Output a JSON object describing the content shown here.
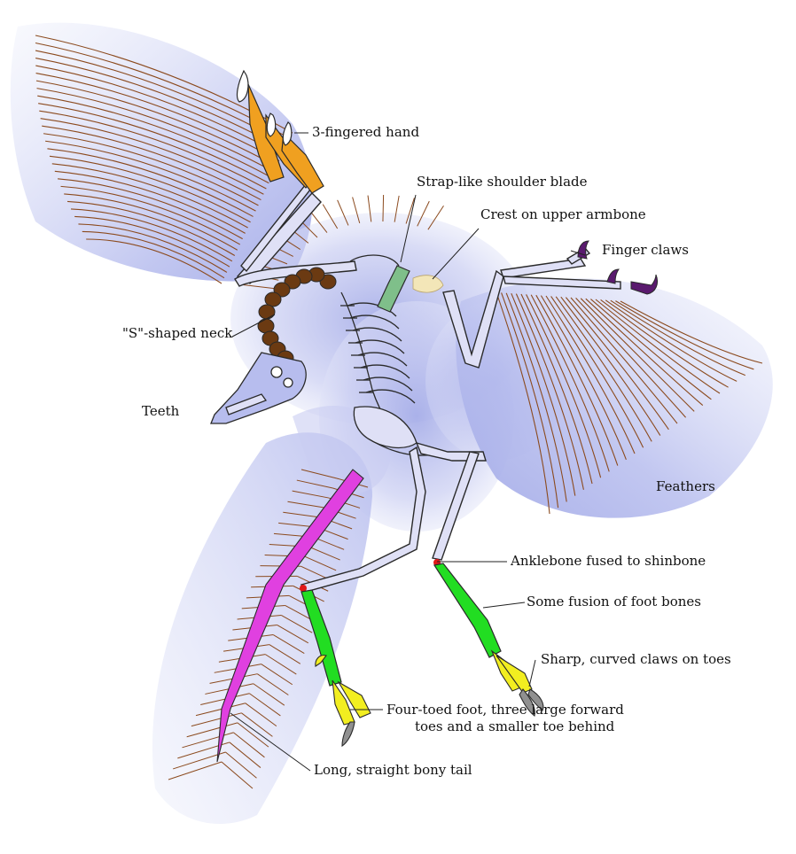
{
  "diagram": {
    "labels": {
      "hand": "3-fingered hand",
      "shoulder": "Strap-like shoulder blade",
      "crest": "Crest on upper armbone",
      "finger_claws": "Finger claws",
      "neck": "\"S\"-shaped neck",
      "teeth": "Teeth",
      "feathers": "Feathers",
      "ankle": "Anklebone fused to shinbone",
      "foot_bones": "Some fusion of foot bones",
      "toe_claws": "Sharp, curved claws on toes",
      "four_toed_line1": "Four-toed foot, three large forward",
      "four_toed_line2": "toes and a smaller toe behind",
      "tail": "Long, straight bony tail"
    },
    "colors": {
      "feather_fill": "#c9cdf2",
      "feather_shade": "#9ea6e6",
      "feather_vein": "#8b4a1e",
      "bone_fill": "#dfe0f6",
      "bone_line": "#2a2a2a",
      "hand": "#f0a020",
      "neck": "#6b3a12",
      "shoulder_blade": "#7fbf8a",
      "armbone_crest": "#f3e6b8",
      "claws": "#5a1a6e",
      "tail": "#e040e0",
      "ankle": "#e01818",
      "foot": "#22dd22",
      "toe_claws": "#f2ee20"
    }
  }
}
